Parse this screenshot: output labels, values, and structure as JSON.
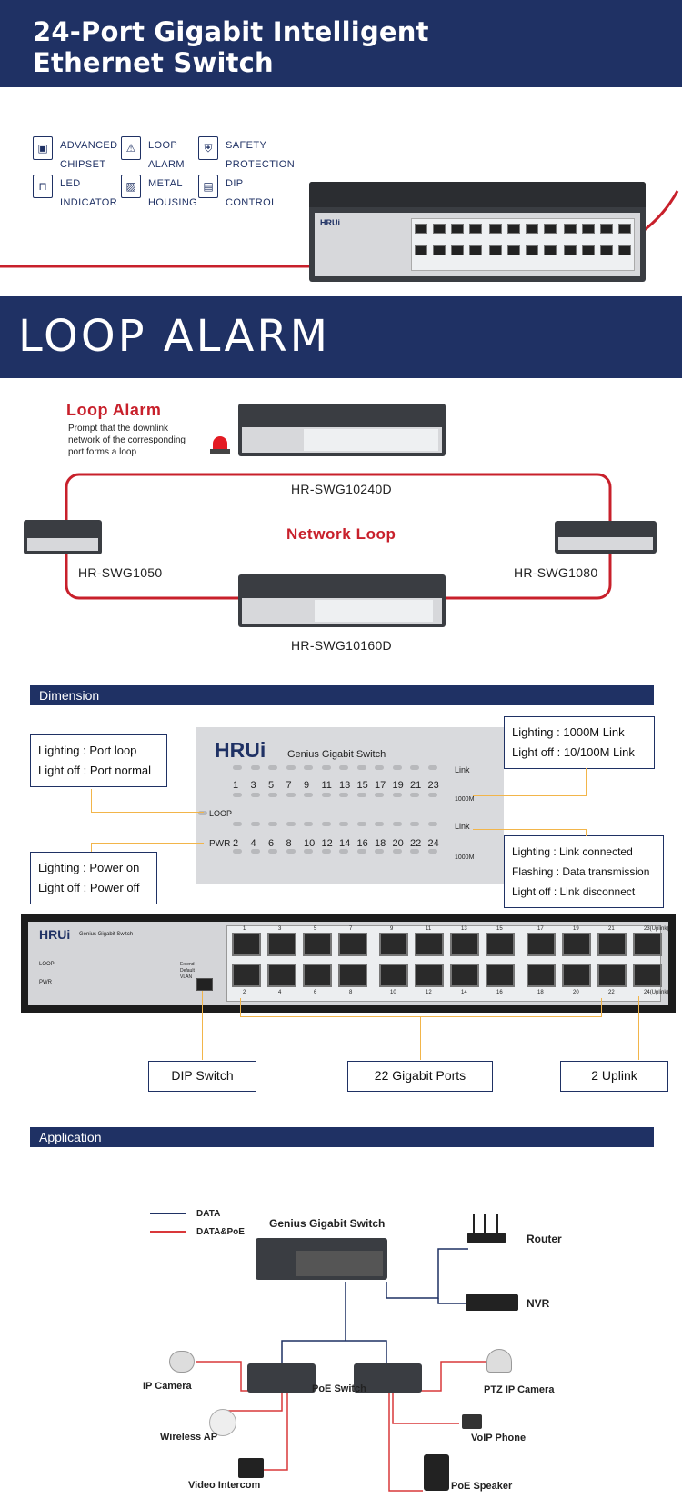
{
  "hero": {
    "title_line1": "24-Port Gigabit Intelligent",
    "title_line2": "Ethernet Switch"
  },
  "features": [
    {
      "icon": "chip-icon",
      "line1": "ADVANCED",
      "line2": "CHIPSET"
    },
    {
      "icon": "alarm-icon",
      "line1": "LOOP",
      "line2": "ALARM"
    },
    {
      "icon": "shield-icon",
      "line1": "SAFETY",
      "line2": "PROTECTION"
    },
    {
      "icon": "led-icon",
      "line1": "LED",
      "line2": "INDICATOR"
    },
    {
      "icon": "housing-icon",
      "line1": "METAL",
      "line2": "HOUSING"
    },
    {
      "icon": "dip-icon",
      "line1": "DIP",
      "line2": "CONTROL"
    }
  ],
  "brand": "HRUi",
  "loop_section": {
    "heading": "LOOP ALARM",
    "alarm_title": "Loop Alarm",
    "alarm_desc_1": "Prompt that the downlink",
    "alarm_desc_2": "network of the corresponding",
    "alarm_desc_3": "port forms a loop",
    "network_loop": "Network Loop",
    "models": {
      "top": "HR-SWG10240D",
      "left": "HR-SWG1050",
      "right": "HR-SWG1080",
      "bottom": "HR-SWG10160D"
    }
  },
  "dimension": {
    "heading": "Dimension",
    "panel_title": "Genius Gigabit Switch",
    "odd_ports": [
      "1",
      "3",
      "5",
      "7",
      "9",
      "11",
      "13",
      "15",
      "17",
      "19",
      "21",
      "23"
    ],
    "even_ports": [
      "2",
      "4",
      "6",
      "8",
      "10",
      "12",
      "14",
      "16",
      "18",
      "20",
      "22",
      "24"
    ],
    "link_label": "Link",
    "speed_label": "1000M",
    "loop_label": "LOOP",
    "pwr_label": "PWR",
    "box_loop": {
      "line1": "Lighting : Port loop",
      "line2": "Light off : Port normal"
    },
    "box_power": {
      "line1": "Lighting : Power on",
      "line2": "Light off : Power off"
    },
    "box_speed": {
      "line1": "Lighting : 1000M Link",
      "line2": "Light off : 10/100M Link"
    },
    "box_link": {
      "line1": "Lighting : Link connected",
      "line2": "Flashing : Data transmission",
      "line3": "Light off : Link disconnect"
    },
    "front_odd": [
      "1",
      "3",
      "5",
      "7",
      "9",
      "11",
      "13",
      "15",
      "17",
      "19",
      "21",
      "23(Uplink)"
    ],
    "front_even": [
      "2",
      "4",
      "6",
      "8",
      "10",
      "12",
      "14",
      "16",
      "18",
      "20",
      "22",
      "24(Uplink)"
    ],
    "dip_options": [
      "Extend",
      "Default",
      "VLAN"
    ],
    "callout_dip": "DIP Switch",
    "callout_ports": "22 Gigabit Ports",
    "callout_uplink": "2 Uplink"
  },
  "application": {
    "heading": "Application",
    "legend_data": "DATA",
    "legend_poe": "DATA&PoE",
    "core_switch": "Genius Gigabit Switch",
    "router": "Router",
    "nvr": "NVR",
    "poe_switch": "PoE Switch",
    "ip_camera": "IP Camera",
    "wireless_ap": "Wireless AP",
    "video_intercom": "Video Intercom",
    "ptz_camera": "PTZ IP Camera",
    "voip_phone": "VoIP Phone",
    "poe_speaker": "PoE Speaker",
    "colors": {
      "data": "#1f3164",
      "poe": "#d9383a"
    }
  }
}
